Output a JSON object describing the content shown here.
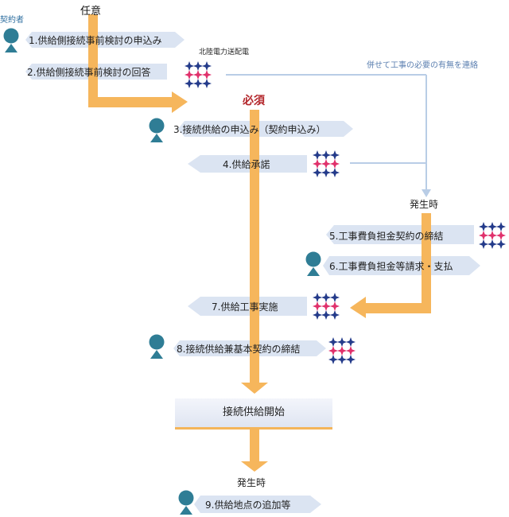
{
  "flow": {
    "optional_label": "任意",
    "required_label": "必須",
    "contractor_label": "契約者",
    "company_label": "北陸電力送配電",
    "note": "併せて工事の必要の有無を連絡",
    "occurrence_label": "発生時",
    "occurrence_label_2": "発生時",
    "final_label": "接続供給開始",
    "steps": [
      "1.供給側接続事前検討の申込み",
      "2.供給側接続事前検討の回答",
      "3.接続供給の申込み（契約申込み）",
      "4.供給承諾",
      "5.工事費負担金契約の締結",
      "6.工事費負担金等請求・支払",
      "7.供給工事実施",
      "8.接続供給兼基本契約の締結",
      "9.供給地点の追加等"
    ]
  },
  "colors": {
    "flow_arrow": "#f6b65c",
    "step_band": "#dbe4f2",
    "person": "#2f7d95",
    "logo_blue": "#233a8a",
    "logo_pink": "#e0306b",
    "required_text": "#b3262b",
    "note_text": "#5b7fb0"
  },
  "icons": [
    "person-icon",
    "hokuriku-logo-icon"
  ]
}
